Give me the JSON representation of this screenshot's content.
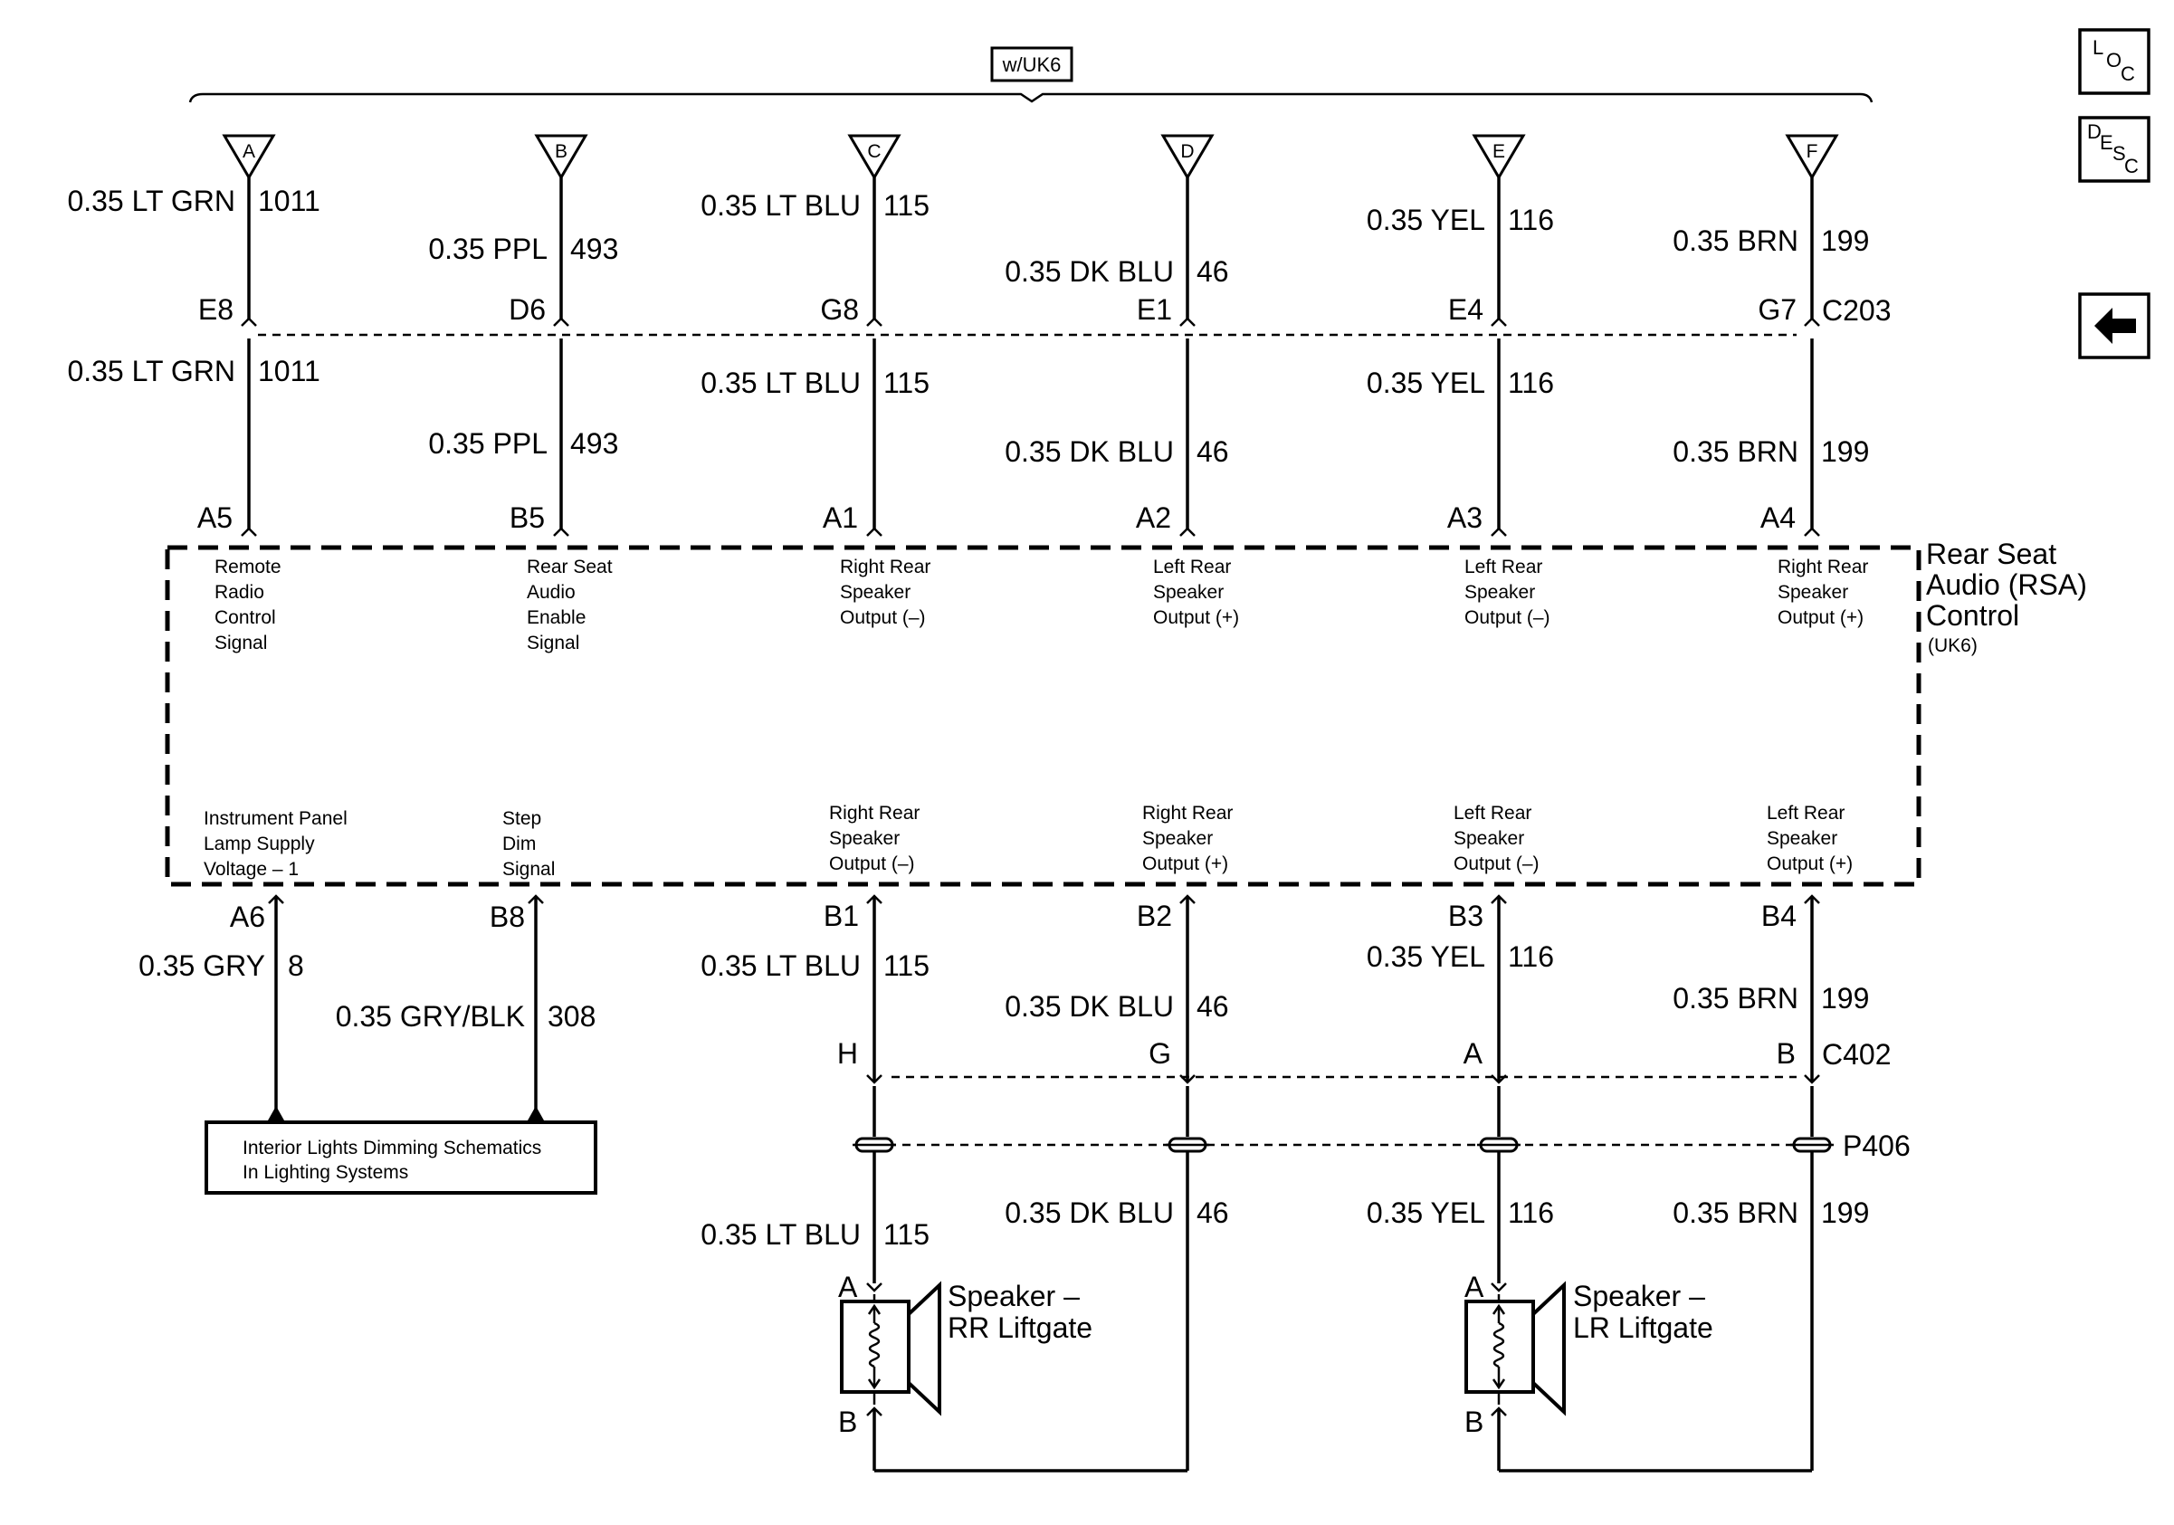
{
  "option": "w/UK6",
  "nav": {
    "loc": [
      "L",
      "O",
      "C"
    ],
    "desc": [
      "D",
      "E",
      "S",
      "C"
    ]
  },
  "upper_wires": [
    {
      "term": "A",
      "upper_wire": "0.35 LT GRN",
      "upper_circ": "1011",
      "c203_pin": "E8",
      "lower_wire": "0.35 LT GRN",
      "lower_circ": "1011",
      "module_pin": "A5",
      "func": [
        "Remote",
        "Radio",
        "Control",
        "Signal"
      ]
    },
    {
      "term": "B",
      "upper_wire": "0.35 PPL",
      "upper_circ": "493",
      "c203_pin": "D6",
      "lower_wire": "0.35 PPL",
      "lower_circ": "493",
      "module_pin": "B5",
      "func": [
        "Rear Seat",
        "Audio",
        "Enable",
        "Signal"
      ]
    },
    {
      "term": "C",
      "upper_wire": "0.35 LT BLU",
      "upper_circ": "115",
      "c203_pin": "G8",
      "lower_wire": "0.35 LT BLU",
      "lower_circ": "115",
      "module_pin": "A1",
      "func": [
        "Right Rear",
        "Speaker",
        "Output (–)"
      ]
    },
    {
      "term": "D",
      "upper_wire": "0.35 DK BLU",
      "upper_circ": "46",
      "c203_pin": "E1",
      "lower_wire": "0.35 DK BLU",
      "lower_circ": "46",
      "module_pin": "A2",
      "func": [
        "Left Rear",
        "Speaker",
        "Output (+)"
      ]
    },
    {
      "term": "E",
      "upper_wire": "0.35 YEL",
      "upper_circ": "116",
      "c203_pin": "E4",
      "lower_wire": "0.35 YEL",
      "lower_circ": "116",
      "module_pin": "A3",
      "func": [
        "Left Rear",
        "Speaker",
        "Output (–)"
      ]
    },
    {
      "term": "F",
      "upper_wire": "0.35 BRN",
      "upper_circ": "199",
      "c203_pin": "G7",
      "lower_wire": "0.35 BRN",
      "lower_circ": "199",
      "module_pin": "A4",
      "func": [
        "Right Rear",
        "Speaker",
        "Output (+)"
      ]
    }
  ],
  "c203_label": "C203",
  "module": {
    "name": [
      "Rear Seat",
      "Audio (RSA)",
      "Control"
    ],
    "option": "(UK6)"
  },
  "lower_left": [
    {
      "func": [
        "Instrument Panel",
        "Lamp Supply",
        "Voltage – 1"
      ],
      "pin": "A6",
      "wire": "0.35 GRY",
      "circ": "8"
    },
    {
      "func": [
        "Step",
        "Dim",
        "Signal"
      ],
      "pin": "B8",
      "wire": "0.35 GRY/BLK",
      "circ": "308"
    }
  ],
  "lower_speaker": [
    {
      "func": [
        "Right Rear",
        "Speaker",
        "Output (–)"
      ],
      "pin": "B1",
      "wire1": "0.35 LT BLU",
      "circ1": "115",
      "c402_pin": "H",
      "wire2": "0.35 LT BLU",
      "circ2": "115"
    },
    {
      "func": [
        "Right Rear",
        "Speaker",
        "Output (+)"
      ],
      "pin": "B2",
      "wire1": "0.35 DK BLU",
      "circ1": "46",
      "c402_pin": "G",
      "wire2": "0.35 DK BLU",
      "circ2": "46"
    },
    {
      "func": [
        "Left Rear",
        "Speaker",
        "Output (–)"
      ],
      "pin": "B3",
      "wire1": "0.35 YEL",
      "circ1": "116",
      "c402_pin": "A",
      "wire2": "0.35 YEL",
      "circ2": "116"
    },
    {
      "func": [
        "Left Rear",
        "Speaker",
        "Output (+)"
      ],
      "pin": "B4",
      "wire1": "0.35 BRN",
      "circ1": "199",
      "c402_pin": "B",
      "wire2": "0.35 BRN",
      "circ2": "199"
    }
  ],
  "c402_label": "C402",
  "p406_label": "P406",
  "reference_box": [
    "Interior Lights Dimming Schematics",
    "In Lighting Systems"
  ],
  "speakers": [
    {
      "name": [
        "Speaker –",
        "RR Liftgate"
      ],
      "pin_a": "A",
      "pin_b": "B"
    },
    {
      "name": [
        "Speaker –",
        "LR Liftgate"
      ],
      "pin_a": "A",
      "pin_b": "B"
    }
  ]
}
